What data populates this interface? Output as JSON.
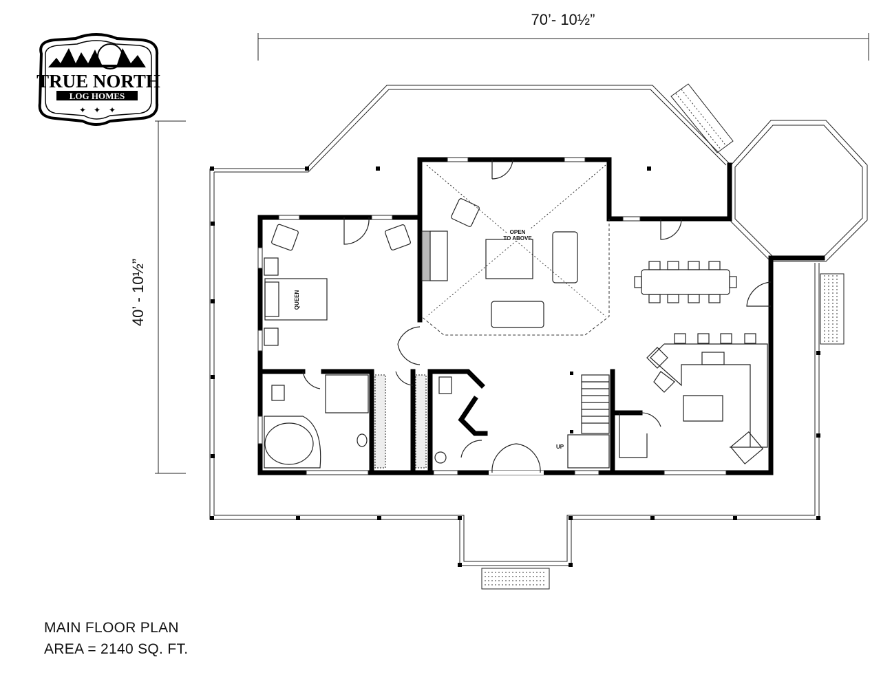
{
  "logo": {
    "line1": "TRUE NORTH",
    "line2": "LOG HOMES"
  },
  "dimensions": {
    "width": "70’- 10½”",
    "depth": "40’ - 10½”"
  },
  "room_labels": {
    "open_1": "OPEN",
    "open_2": "TO ABOVE",
    "bed": "QUEEN",
    "stairs": "UP"
  },
  "caption": {
    "title": "MAIN FLOOR PLAN",
    "area": "AREA = 2140 SQ. FT."
  }
}
